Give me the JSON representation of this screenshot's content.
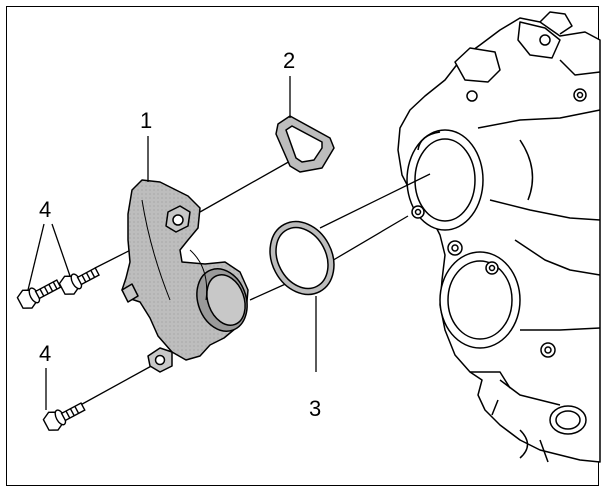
{
  "callouts": {
    "part1": "1",
    "part2": "2",
    "part3": "3",
    "part4a": "4",
    "part4b": "4"
  },
  "colors": {
    "ink": "#000000",
    "part_fill": "#b8b8b8",
    "part_shade": "#8f8f8f",
    "background": "#ffffff"
  },
  "icons": {
    "bolt": "hex-flange-bolt",
    "gasket": "triangular-gasket",
    "o_ring": "o-ring",
    "housing": "engine-housing",
    "cover": "thermostat-housing-cover"
  }
}
